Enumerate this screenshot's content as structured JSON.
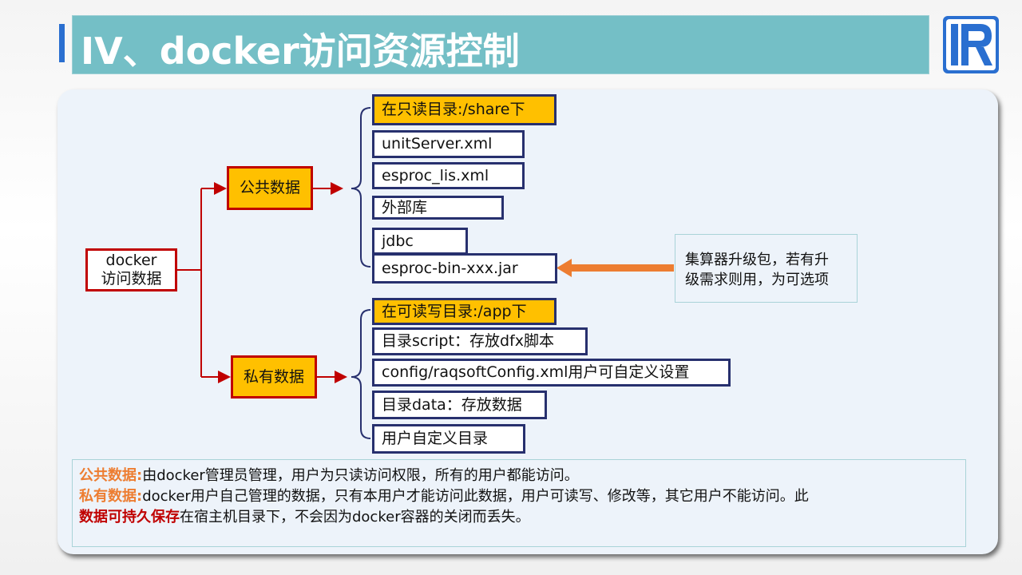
{
  "title": "IV、docker访问资源控制",
  "root_node": {
    "line1": "docker",
    "line2": "访问数据"
  },
  "public_node": "公共数据",
  "private_node": "私有数据",
  "public_items": {
    "header": "在只读目录:/share下",
    "items": [
      "unitServer.xml",
      "esproc_lis.xml",
      "外部库",
      "jdbc",
      "esproc-bin-xxx.jar"
    ]
  },
  "private_items": {
    "header": "在可读写目录:/app下",
    "items": [
      "目录script：存放dfx脚本",
      "config/raqsoftConfig.xml用户可自定义设置",
      "目录data：存放数据",
      "用户自定义目录"
    ]
  },
  "note": {
    "line1": "集算器升级包，若有升",
    "line2": "级需求则用，为可选项"
  },
  "footer": {
    "public_label": "公共数据:",
    "public_text": "由docker管理员管理，用户为只读访问权限，所有的用户都能访问。",
    "private_label": "私有数据:",
    "private_text_1": "docker用户自己管理的数据，只有本用户才能访问此数据，用户可读写、修改等，其它用户不能访问。此",
    "persist_label": "数据可持久保存",
    "private_text_2": "在宿主机目录下，不会因为docker容器的关闭而丢失。"
  },
  "colors": {
    "title_bg": "#74bfc6",
    "accent": "#2a6fd0",
    "node_fill": "#ffc000",
    "node_border_red": "#c00000",
    "box_border_navy": "#27306e",
    "arrow_orange": "#ed7d31",
    "panel_bg": "#edf3fa"
  }
}
